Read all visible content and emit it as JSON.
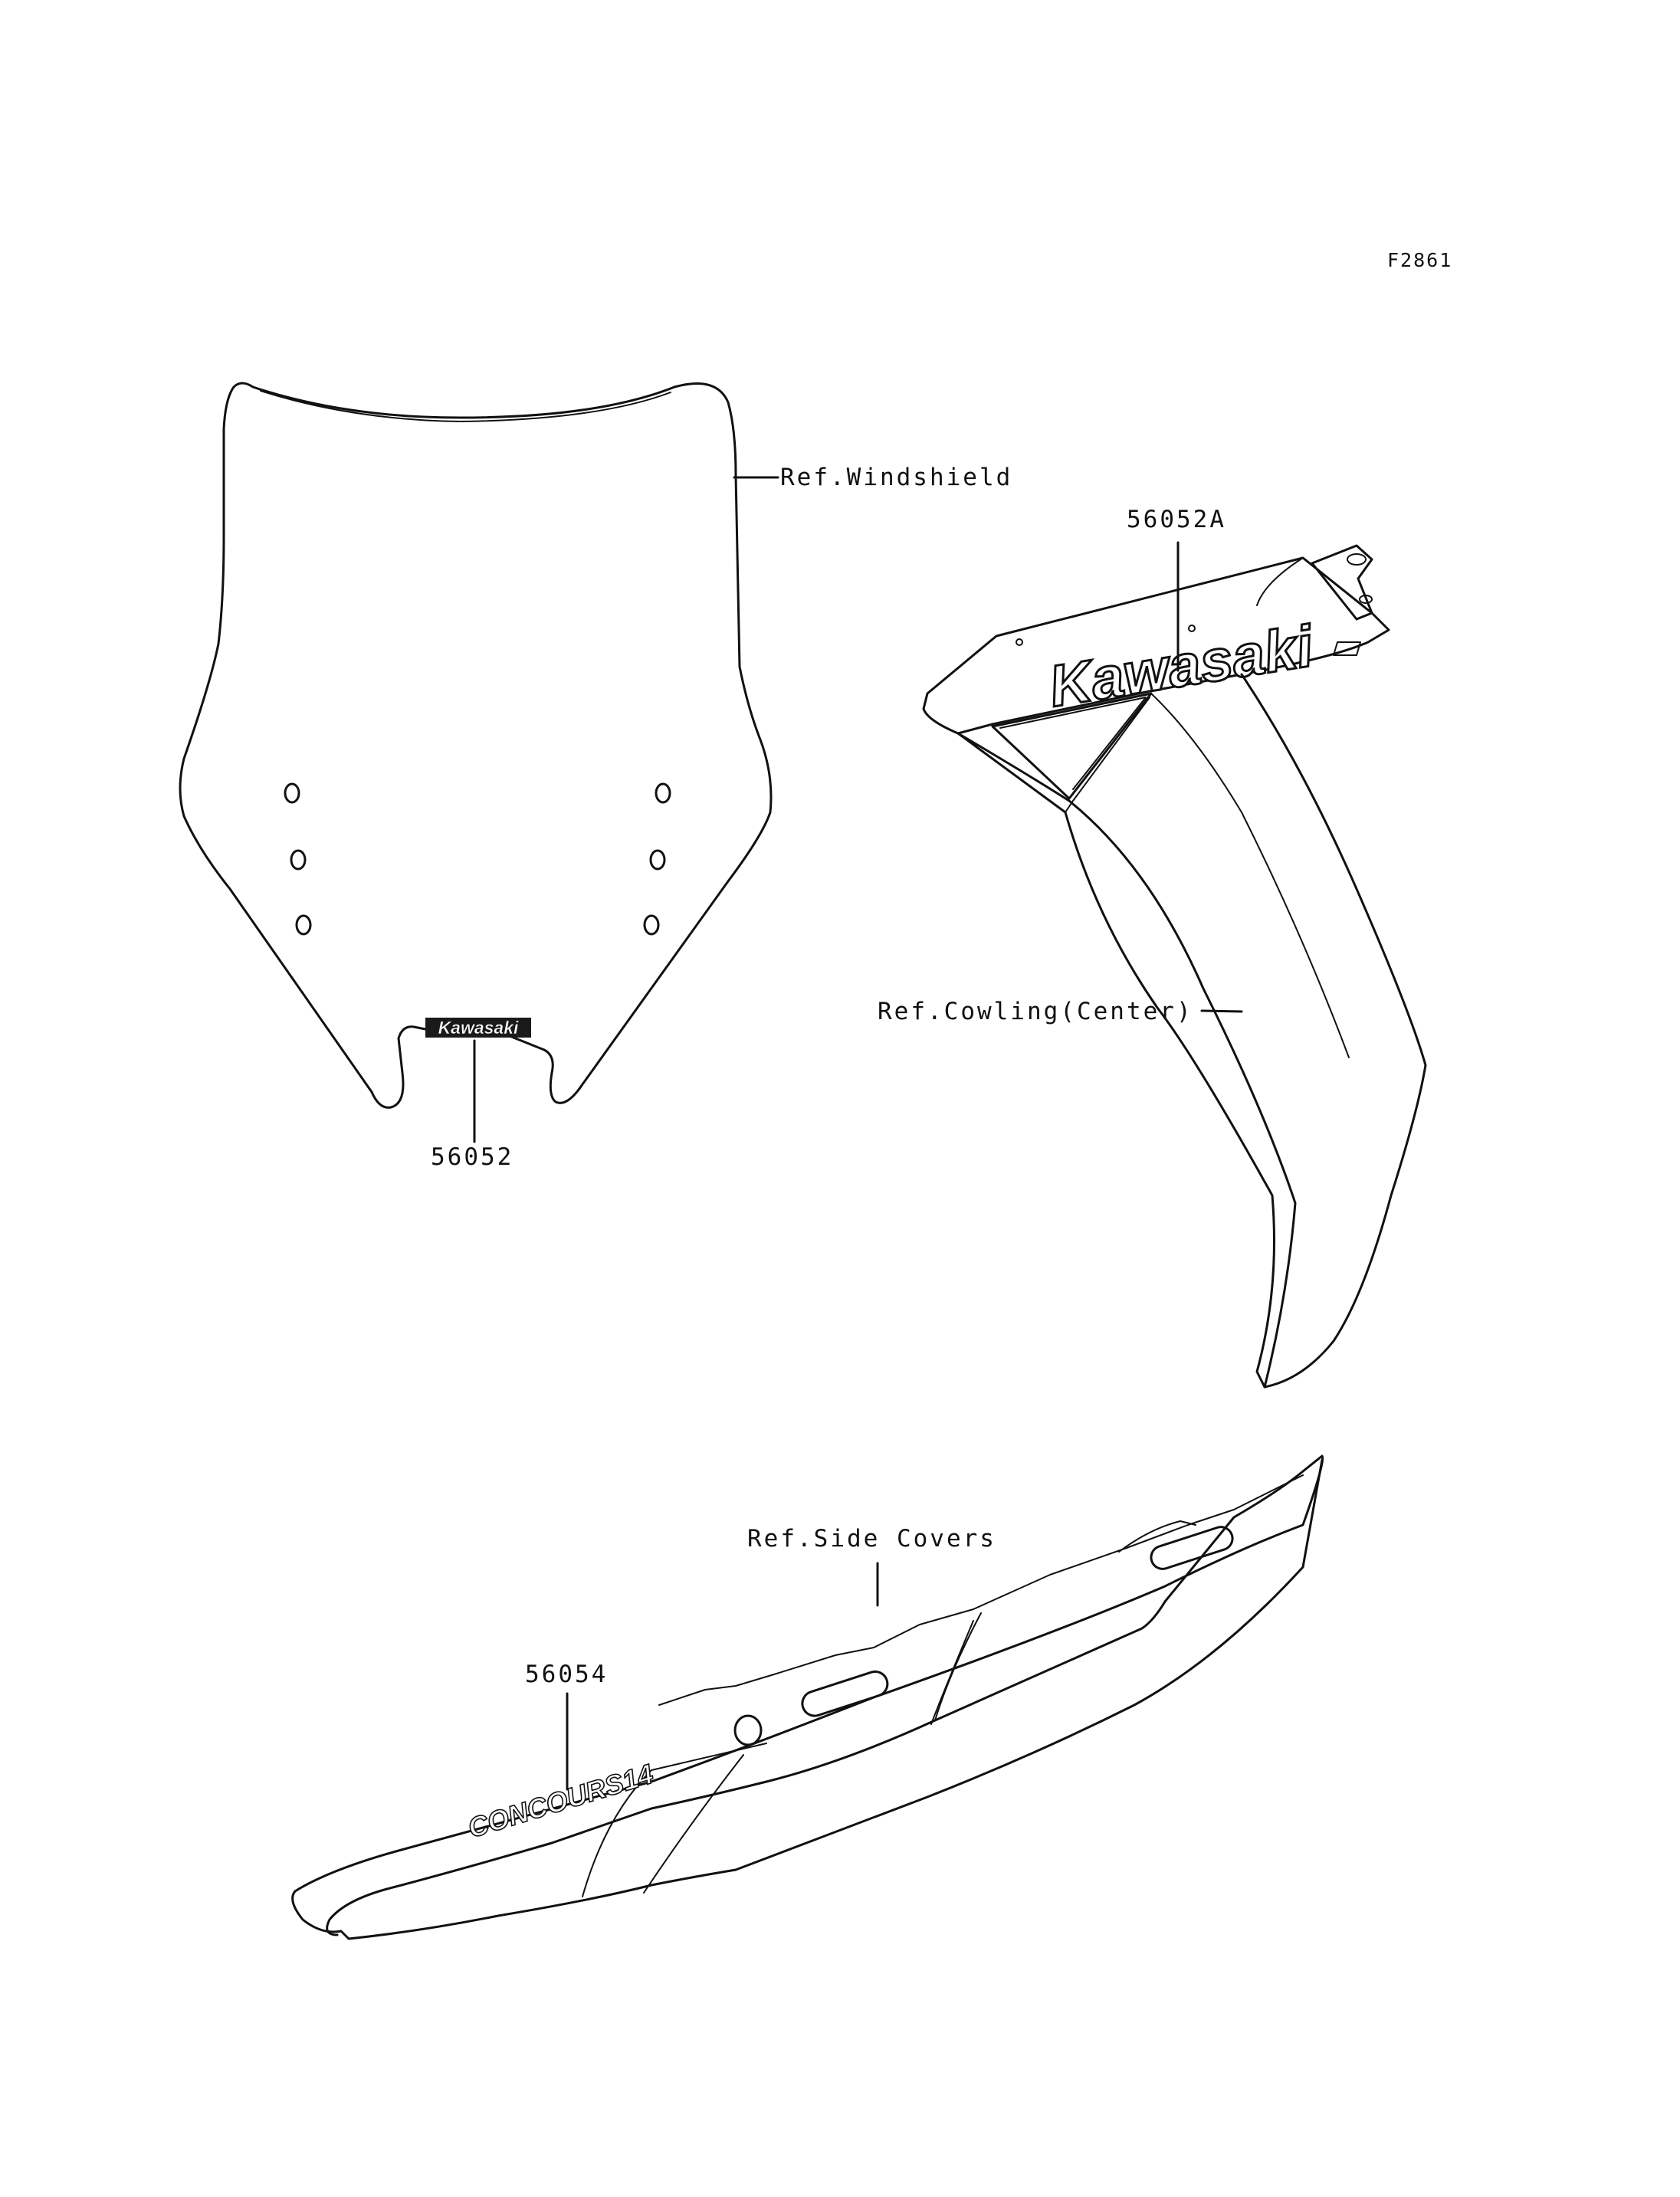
{
  "figure_id": "F2861",
  "parts": {
    "windshield_ref": "Ref.Windshield",
    "windshield_decal_no": "56052",
    "windshield_decal_text": "Kawasaki",
    "cowling_decal_no": "56052A",
    "cowling_decal_text": "Kawasaki",
    "cowling_ref": "Ref.Cowling(Center)",
    "side_covers_ref": "Ref.Side Covers",
    "side_decal_no": "56054",
    "side_decal_text": "CONCOURS14"
  },
  "colors": {
    "line": "#111111",
    "background": "#ffffff"
  }
}
